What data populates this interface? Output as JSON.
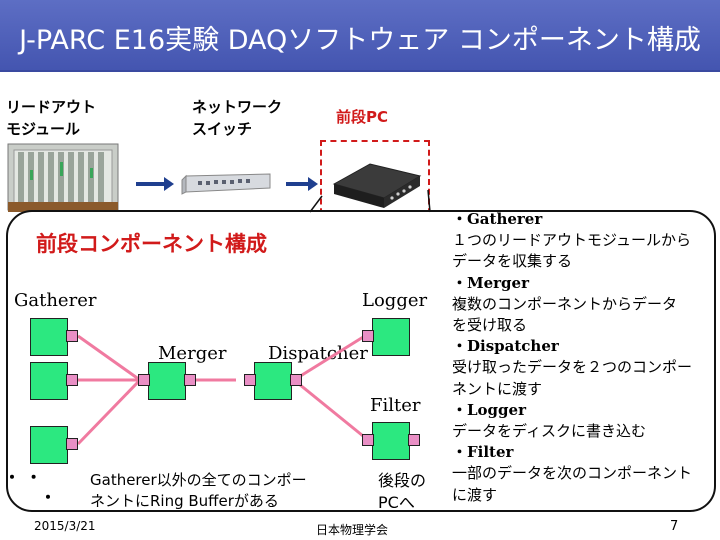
{
  "header": {
    "title": "J-PARC E16実験 DAQソフトウェア コンポーネント構成"
  },
  "hardware": {
    "readout_module": [
      "リードアウト",
      "モジュール"
    ],
    "network_switch": [
      "ネットワーク",
      "スイッチ"
    ],
    "frontend_pc": "前段PC"
  },
  "panel": {
    "title": "前段コンポーネント構成",
    "labels": {
      "gatherer": "Gatherer",
      "merger": "Merger",
      "dispatcher": "Dispatcher",
      "logger": "Logger",
      "filter": "Filter"
    },
    "dots": [
      "・ ・",
      "・"
    ],
    "ring_buffer_note": [
      "Gatherer以外の全てのコンポー",
      "ネントにRing Bufferがある"
    ],
    "backend_note": [
      "後段の",
      "PCへ"
    ]
  },
  "descriptions": [
    {
      "head": "・Gatherer",
      "body": [
        "１つのリードアウトモジュールから",
        "データを収集する"
      ]
    },
    {
      "head": "・Merger",
      "body": [
        "複数のコンポーネントからデータ",
        "を受け取る"
      ]
    },
    {
      "head": "・Dispatcher",
      "body": [
        "受け取ったデータを２つのコンポー",
        "ネントに渡す"
      ]
    },
    {
      "head": "・Logger",
      "body": [
        "データをディスクに書き込む"
      ]
    },
    {
      "head": "・Filter",
      "body": [
        "一部のデータを次のコンポーネント",
        "に渡す"
      ]
    }
  ],
  "footer": {
    "date": "2015/3/21",
    "society": "日本物理学会",
    "page": "7"
  },
  "colors": {
    "title_bg": "#4455b0",
    "accent_red": "#d11a1a",
    "node_green": "#2ce880",
    "port_pink": "#e98fc5",
    "link_red": "#f07aa0",
    "arrow_blue": "#1f3f8f"
  }
}
